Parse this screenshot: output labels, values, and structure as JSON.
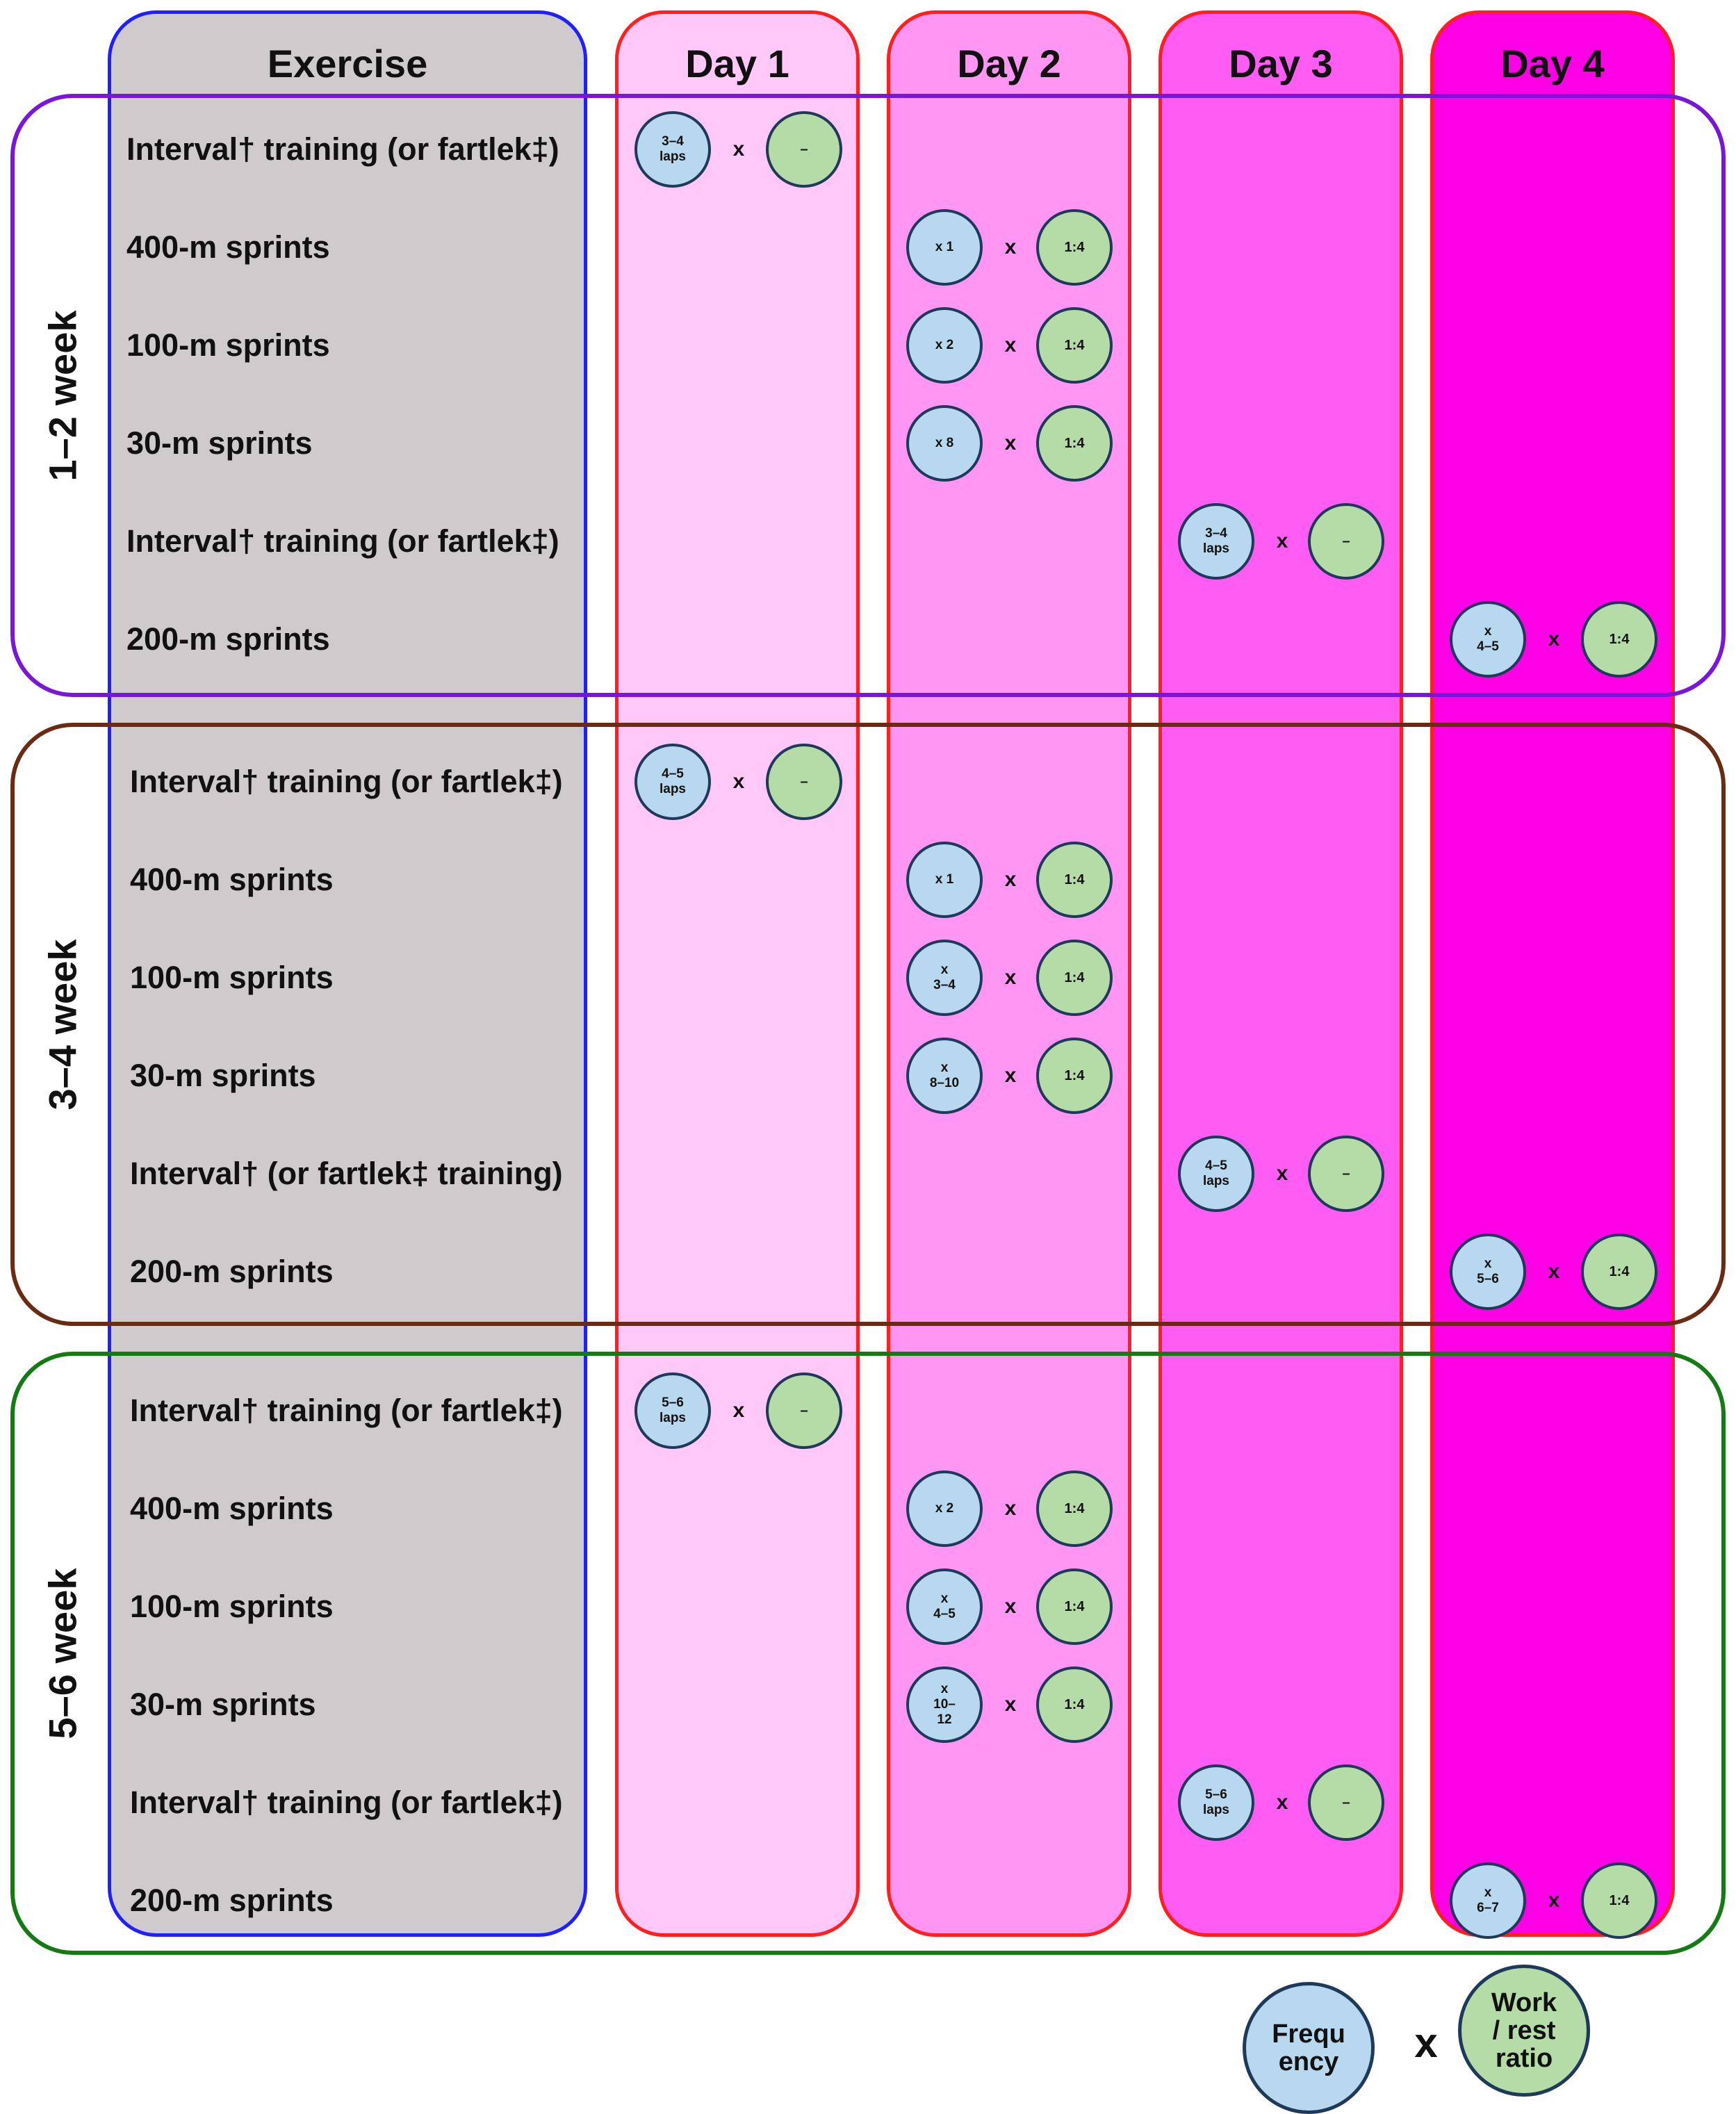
{
  "headers": {
    "exercise": "Exercise",
    "day1": "Day 1",
    "day2": "Day 2",
    "day3": "Day 3",
    "day4": "Day 4"
  },
  "blocks": [
    {
      "week": "1–2 week",
      "rows": [
        {
          "exercise": "Interval† training (or fartlek‡)",
          "day": 1,
          "freq": [
            "3–4",
            "laps"
          ],
          "ratio": "–"
        },
        {
          "exercise": "400-m sprints",
          "day": 2,
          "freq": [
            "x 1"
          ],
          "ratio": "1:4"
        },
        {
          "exercise": "100-m sprints",
          "day": 2,
          "freq": [
            "x 2"
          ],
          "ratio": "1:4"
        },
        {
          "exercise": "30-m sprints",
          "day": 2,
          "freq": [
            "x 8"
          ],
          "ratio": "1:4"
        },
        {
          "exercise": "Interval† training (or fartlek‡)",
          "day": 3,
          "freq": [
            "3–4",
            "laps"
          ],
          "ratio": "–"
        },
        {
          "exercise": "200-m sprints",
          "day": 4,
          "freq": [
            "x",
            "4–5"
          ],
          "ratio": "1:4"
        }
      ]
    },
    {
      "week": "3–4 week",
      "rows": [
        {
          "exercise": "Interval† training (or fartlek‡)",
          "day": 1,
          "freq": [
            "4–5",
            "laps"
          ],
          "ratio": "–"
        },
        {
          "exercise": "400-m sprints",
          "day": 2,
          "freq": [
            "x 1"
          ],
          "ratio": "1:4"
        },
        {
          "exercise": "100-m sprints",
          "day": 2,
          "freq": [
            "x",
            "3–4"
          ],
          "ratio": "1:4"
        },
        {
          "exercise": "30-m sprints",
          "day": 2,
          "freq": [
            "x",
            "8–10"
          ],
          "ratio": "1:4"
        },
        {
          "exercise": "Interval† (or fartlek‡ training)",
          "day": 3,
          "freq": [
            "4–5",
            "laps"
          ],
          "ratio": "–"
        },
        {
          "exercise": "200-m sprints",
          "day": 4,
          "freq": [
            "x",
            "5–6"
          ],
          "ratio": "1:4"
        }
      ]
    },
    {
      "week": "5–6 week",
      "rows": [
        {
          "exercise": "Interval† training (or fartlek‡)",
          "day": 1,
          "freq": [
            "5–6",
            "laps"
          ],
          "ratio": "–"
        },
        {
          "exercise": "400-m sprints",
          "day": 2,
          "freq": [
            "x 2"
          ],
          "ratio": "1:4"
        },
        {
          "exercise": "100-m sprints",
          "day": 2,
          "freq": [
            "x",
            "4–5"
          ],
          "ratio": "1:4"
        },
        {
          "exercise": "30-m sprints",
          "day": 2,
          "freq": [
            "x",
            "10–",
            "12"
          ],
          "ratio": "1:4"
        },
        {
          "exercise": "Interval† training (or fartlek‡)",
          "day": 3,
          "freq": [
            "5–6",
            "laps"
          ],
          "ratio": "–"
        },
        {
          "exercise": "200-m sprints",
          "day": 4,
          "freq": [
            "x",
            "6–7"
          ],
          "ratio": "1:4"
        }
      ]
    }
  ],
  "multiply": "x",
  "legend": {
    "frequency": [
      "Frequ",
      "ency"
    ],
    "ratio": [
      "Work",
      "/ rest",
      "ratio"
    ]
  },
  "colors": {
    "exercise_fill": "#cfcbcc",
    "day1_fill": "#ffc8f8",
    "day2_fill": "#ff96f4",
    "day3_fill": "#ff5cf4",
    "day4_fill": "#ff00e6",
    "frequency_circle": "#b7d8ee",
    "ratio_circle": "#b5dca6",
    "week1_border": "#7a16d9",
    "week2_border": "#6b2b13",
    "week3_border": "#147a14"
  }
}
